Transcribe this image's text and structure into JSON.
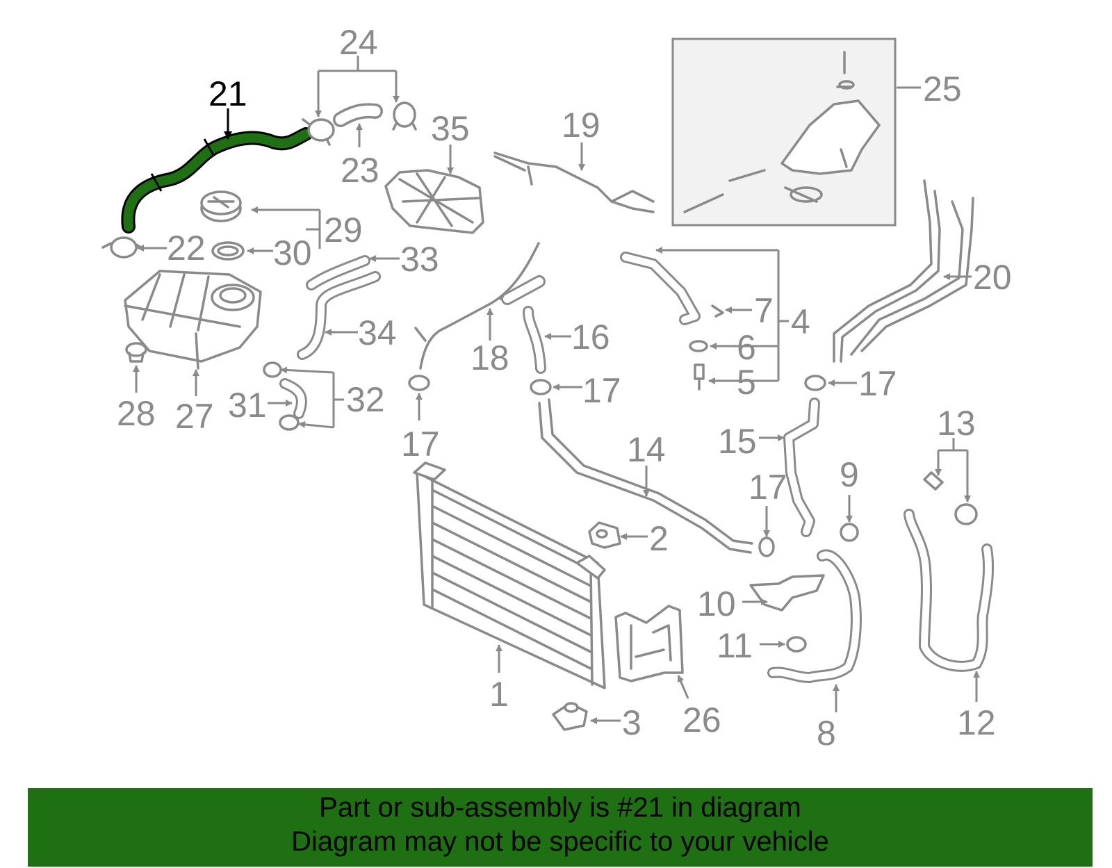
{
  "highlight_color": "#1e7012",
  "banner": {
    "line1": "Part or sub-assembly is #21 in diagram",
    "line2": "Diagram may not be specific to your vehicle"
  },
  "callouts": {
    "n1": "1",
    "n2": "2",
    "n3": "3",
    "n4": "4",
    "n5": "5",
    "n6": "6",
    "n7": "7",
    "n8": "8",
    "n9": "9",
    "n10": "10",
    "n11": "11",
    "n12": "12",
    "n13": "13",
    "n14": "14",
    "n15": "15",
    "n16": "16",
    "n17a": "17",
    "n17b": "17",
    "n17c": "17",
    "n17d": "17",
    "n18": "18",
    "n19": "19",
    "n20": "20",
    "n21": "21",
    "n22": "22",
    "n23": "23",
    "n24": "24",
    "n25": "25",
    "n26": "26",
    "n27": "27",
    "n28": "28",
    "n29": "29",
    "n30": "30",
    "n31": "31",
    "n32": "32",
    "n33": "33",
    "n34": "34",
    "n35": "35"
  }
}
